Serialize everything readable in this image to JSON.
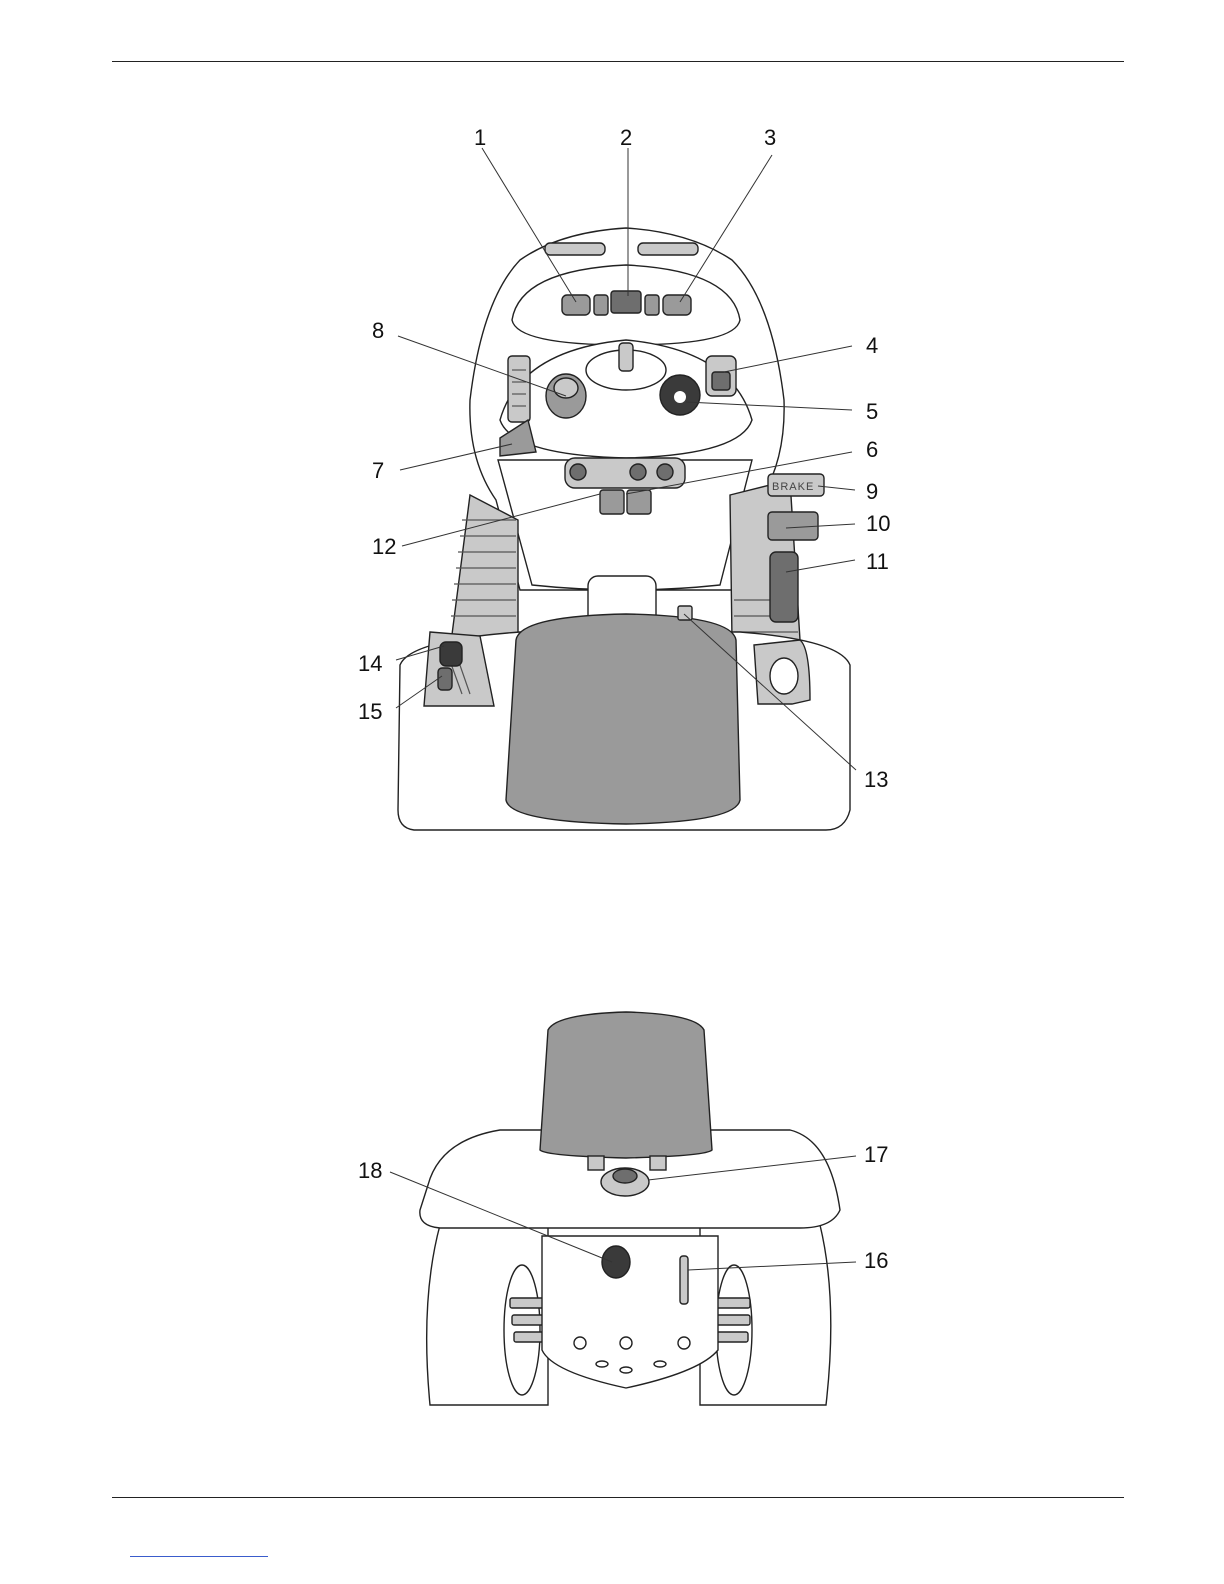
{
  "page": {
    "top_rule": true,
    "bottom_rule": true
  },
  "figure_top": {
    "callouts": [
      "1",
      "2",
      "3",
      "4",
      "5",
      "6",
      "7",
      "8",
      "9",
      "10",
      "11",
      "12",
      "13",
      "14",
      "15"
    ],
    "brake_label": "BRAKE"
  },
  "figure_bottom": {
    "callouts": [
      "16",
      "17",
      "18"
    ]
  },
  "colors": {
    "line": "#222222",
    "grey_light": "#c9c9c9",
    "grey_mid": "#9a9a9a",
    "grey_dark": "#3a3a3a",
    "link": "#3a5ccc"
  }
}
